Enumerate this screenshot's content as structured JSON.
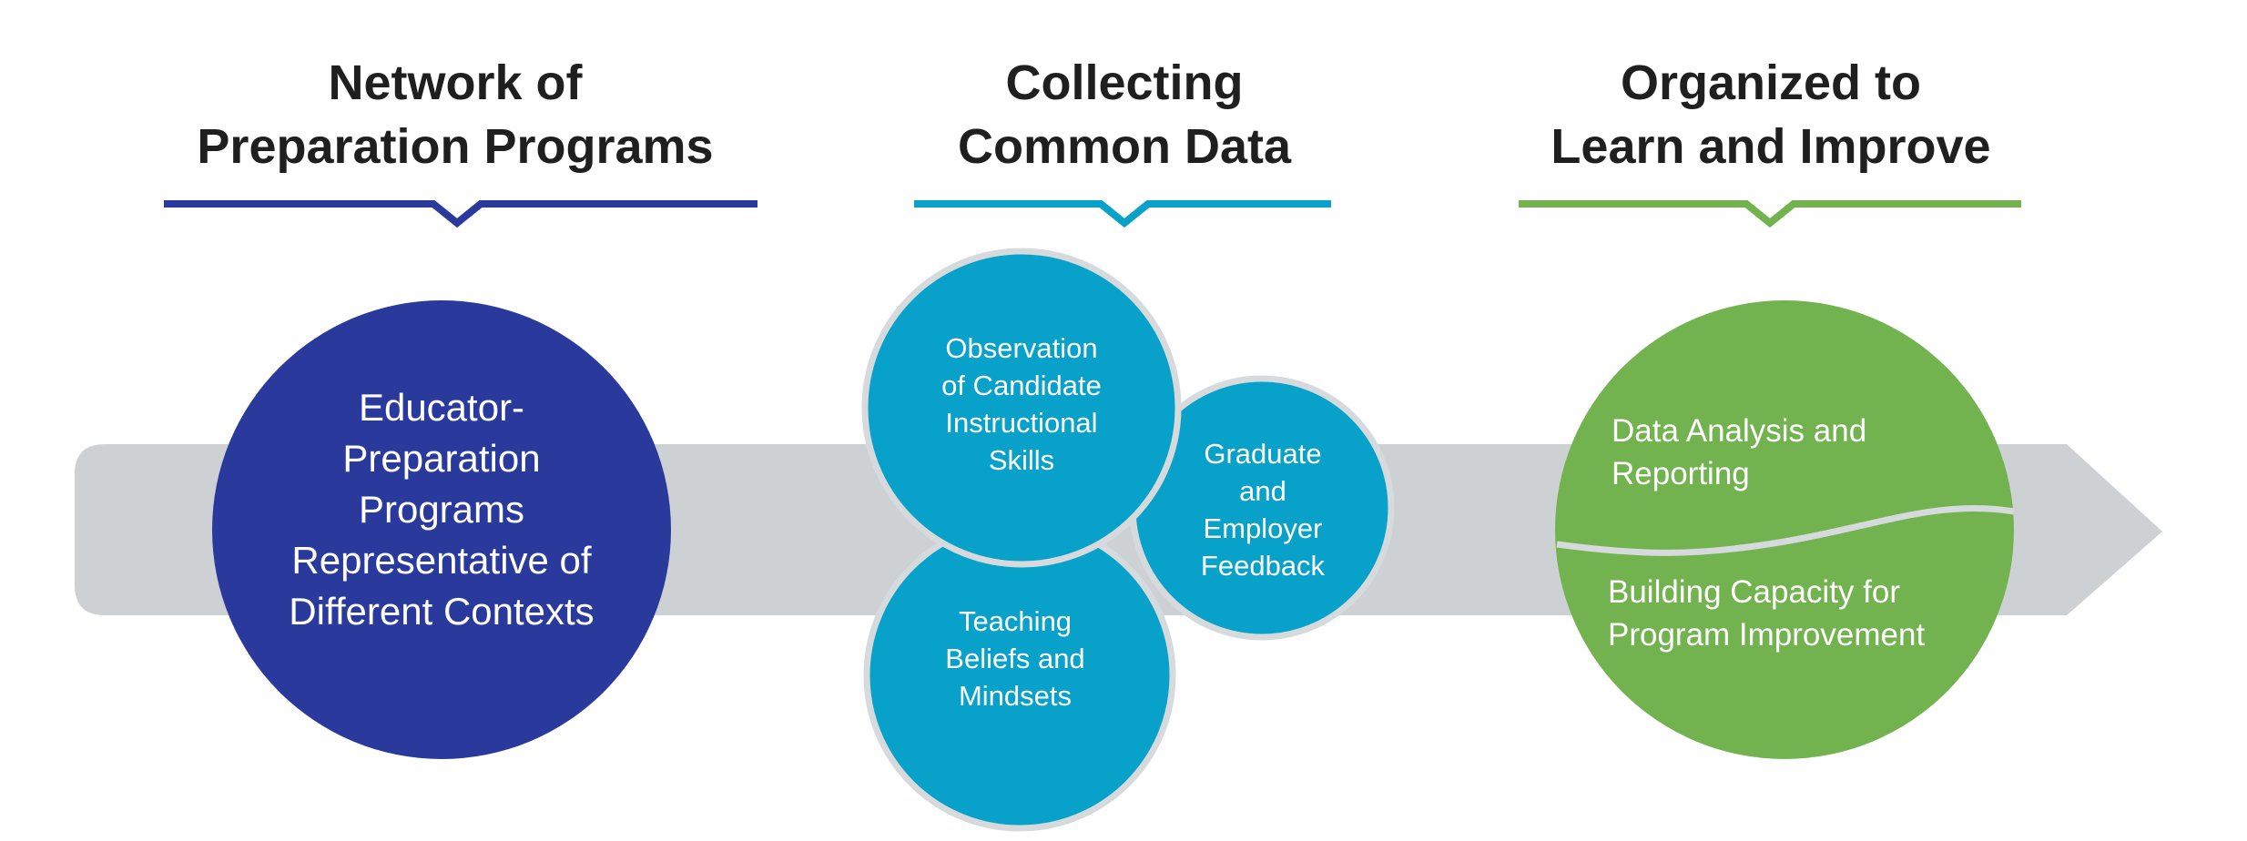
{
  "colors": {
    "navy": "#2a3a9c",
    "teal": "#08a1c9",
    "green": "#72b34f",
    "arrow": "#cdd1d4",
    "ring": "#d6dadd",
    "text_dark": "#1f1f1f",
    "text_light": "#ffffff"
  },
  "columns": [
    {
      "heading_line1": "Network of",
      "heading_line2": "Preparation Programs"
    },
    {
      "heading_line1": "Collecting",
      "heading_line2": "Common Data"
    },
    {
      "heading_line1": "Organized to",
      "heading_line2": "Learn and Improve"
    }
  ],
  "network_circle": {
    "line1": "Educator-",
    "line2": "Preparation",
    "line3": "Programs",
    "line4": "Representative of",
    "line5": "Different Contexts"
  },
  "data_circles": {
    "observation": {
      "line1": "Observation",
      "line2": "of Candidate",
      "line3": "Instructional",
      "line4": "Skills"
    },
    "feedback": {
      "line1": "Graduate",
      "line2": "and",
      "line3": "Employer",
      "line4": "Feedback"
    },
    "beliefs": {
      "line1": "Teaching",
      "line2": "Beliefs and",
      "line3": "Mindsets"
    }
  },
  "improve_circle": {
    "top_line1": "Data Analysis and",
    "top_line2": "Reporting",
    "bottom_line1": "Building Capacity for",
    "bottom_line2": "Program Improvement"
  }
}
